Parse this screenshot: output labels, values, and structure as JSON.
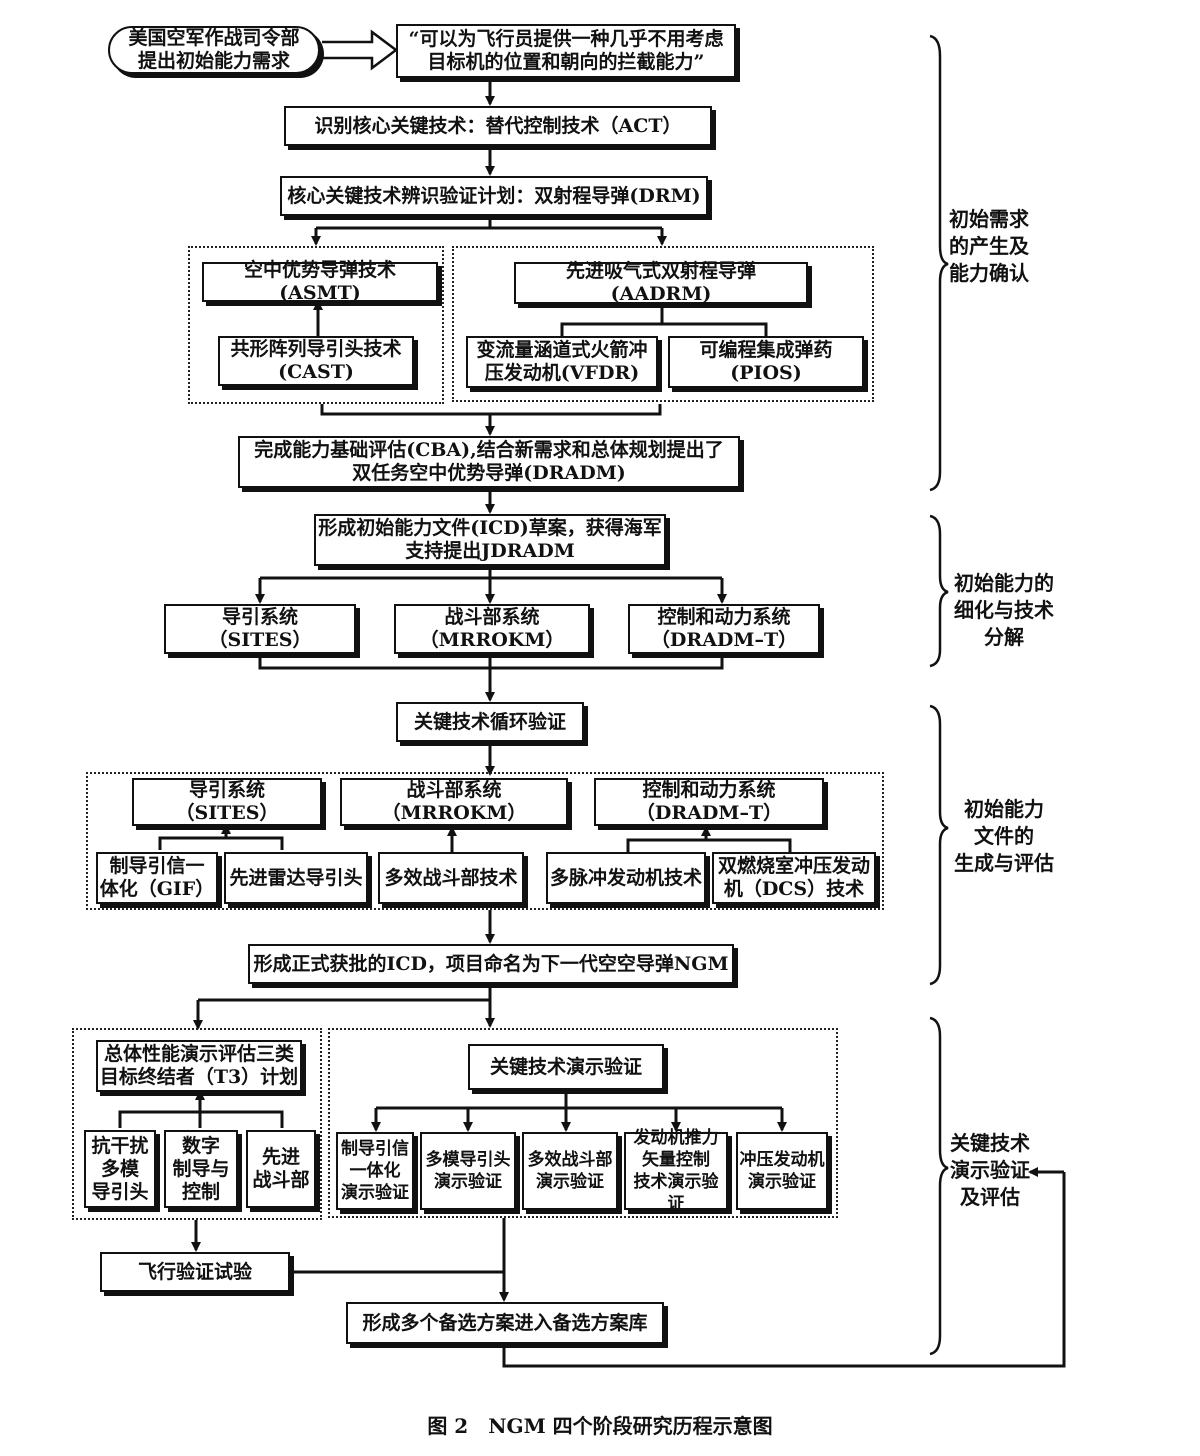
{
  "nodes": {
    "n_req": "美国空军作战司令部\n提出初始能力需求",
    "n_quote": "“可以为飞行员提供一种几乎不用考虑\n目标机的位置和朝向的拦截能力”",
    "n_act": "识别核心关键技术：替代控制技术（ACT）",
    "n_drm": "核心关键技术辨识验证计划：双射程导弹(DRM)",
    "n_asmt": "空中优势导弹技术(ASMT)",
    "n_cast": "共形阵列导引头技术\n(CAST)",
    "n_aadrm": "先进吸气式双射程导弹(AADRM)",
    "n_vfdr": "变流量涵道式火箭冲\n压发动机(VFDR)",
    "n_pios": "可编程集成弹药(PIOS)",
    "n_cba": "完成能力基础评估(CBA),结合新需求和总体规划提出了\n双任务空中优势导弹(DRADM)",
    "n_icd": "形成初始能力文件(ICD)草案，获得海军\n支持提出JDRADM",
    "n_sites1": "导引系统\n（SITES）",
    "n_mrrokm1": "战斗部系统\n（MRROKM）",
    "n_dradm1": "控制和动力系统\n（DRADM–T）",
    "n_loop": "关键技术循环验证",
    "n_sites2": "导引系统\n（SITES）",
    "n_mrrokm2": "战斗部系统\n（MRROKM）",
    "n_dradm2": "控制和动力系统\n（DRADM–T）",
    "n_gif": "制导引信一\n体化（GIF）",
    "n_radar": "先进雷达导引头",
    "n_warhead": "多效战斗部技术",
    "n_pulse": "多脉冲发动机技术",
    "n_dcs": "双燃烧室冲压发动\n机（DCS）技术",
    "n_ngm": "形成正式获批的ICD，项目命名为下一代空空导弹NGM",
    "n_t3": "总体性能演示评估三类\n目标终结者（T3）计划",
    "n_demo": "关键技术演示验证",
    "n_antijam": "抗干扰\n多模\n导引头",
    "n_digital": "数字\n制导与\n控制",
    "n_adv_wh": "先进\n战斗部",
    "d_gif": "制导引信\n一体化\n演示验证",
    "d_seeker": "多模导引头\n演示验证",
    "d_warhead": "多效战斗部\n演示验证",
    "d_tvc": "发动机推力\n矢量控制\n技术演示验证",
    "d_ramjet": "冲压发动机\n演示验证",
    "n_flight": "飞行验证试验",
    "n_alt": "形成多个备选方案进入备选方案库"
  },
  "phases": {
    "p1": "初始需求\n的产生及\n能力确认",
    "p2": "初始能力的\n细化与技术\n分解",
    "p3": "初始能力\n文件的\n生成与评估",
    "p4": "关键技术\n演示验证\n及评估"
  },
  "caption": "图 2　NGM 四个阶段研究历程示意图"
}
